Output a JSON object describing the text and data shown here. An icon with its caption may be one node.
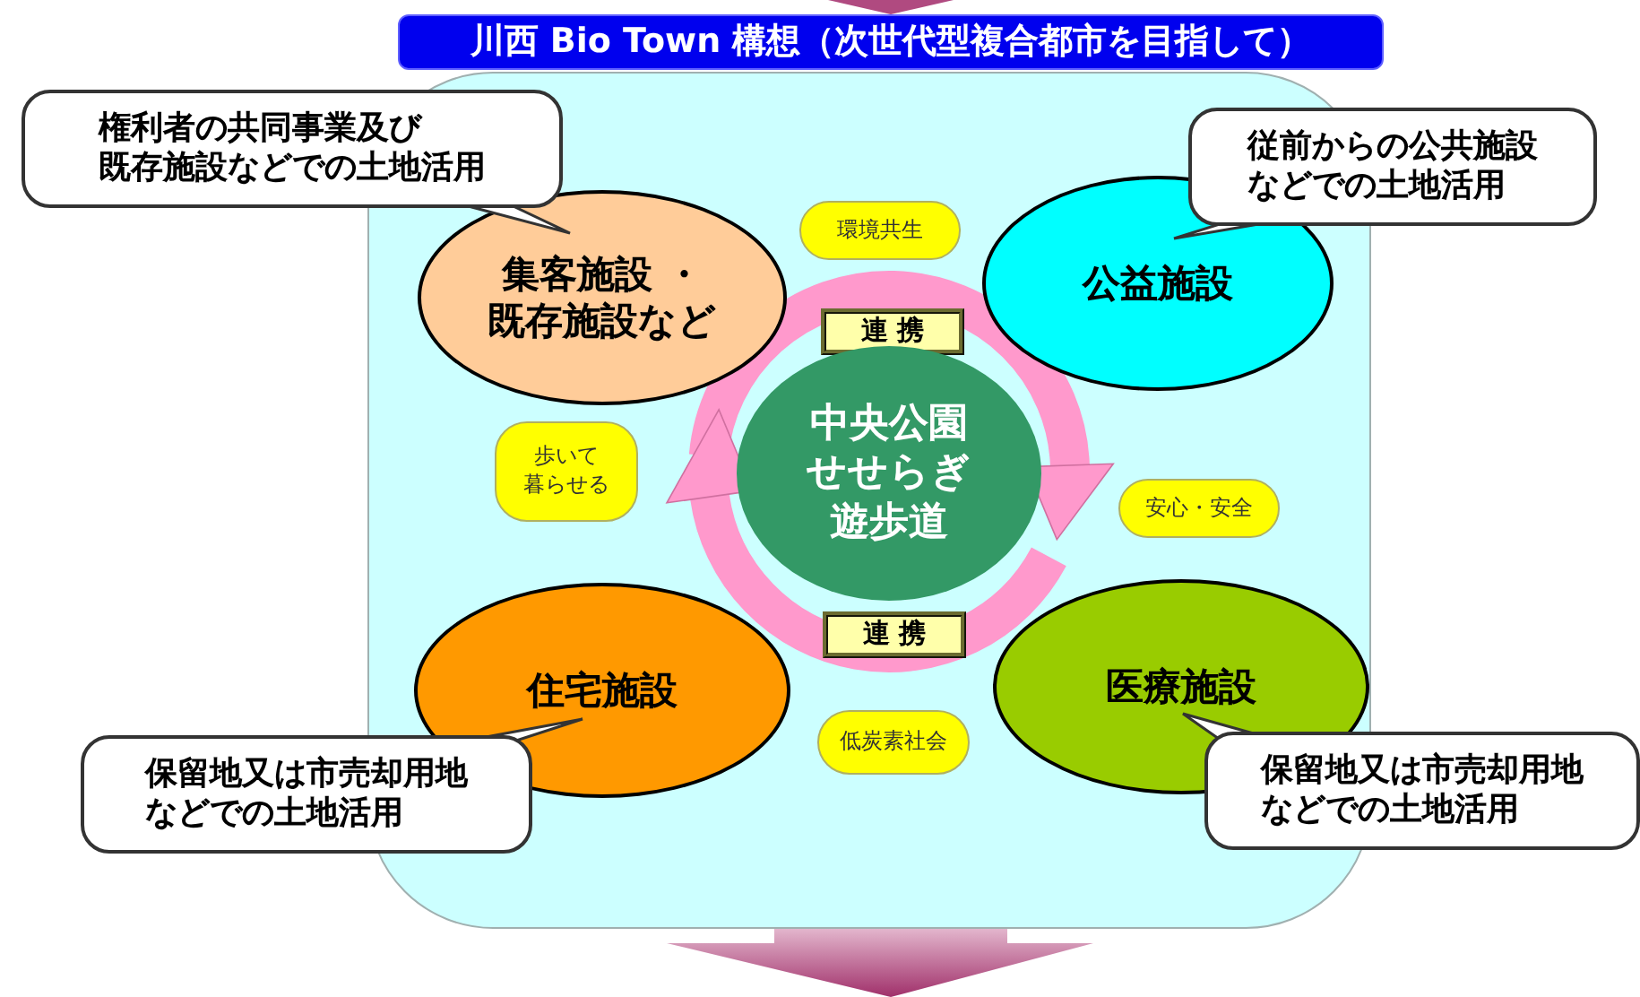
{
  "diagram": {
    "title": "川西 Bio Town 構想（次世代型複合都市を目指して）",
    "nodes": [
      {
        "text": [],
        "shape": "box"
      },
      {
        "text": [
          "権利者の共同事業及び既存施設などでの土地活用"
        ]
      },
      {
        "text": [
          "従前からの公共施設などでの土地活用"
        ]
      },
      {
        "text": [
          "集客施設 ・既存施設など"
        ],
        "in": 0
      },
      {
        "text": [
          "環境共生"
        ],
        "in": 0
      },
      {
        "text": [
          "公益施設"
        ],
        "in": 0
      },
      {
        "text": [
          "連 携"
        ],
        "in": 0
      },
      {
        "text": [
          "中央公園せせらぎ遊歩道"
        ],
        "in": 0
      },
      {
        "text": [
          "歩いて暮らせる"
        ],
        "in": 0
      },
      {
        "text": [
          "安心・安全"
        ],
        "in": 0
      },
      {
        "text": [
          "連 携"
        ],
        "in": 0
      },
      {
        "text": [
          "住宅施設"
        ],
        "in": 0
      },
      {
        "text": [
          "医療施設"
        ],
        "in": 0
      },
      {
        "text": [
          "低炭素社会"
        ],
        "in": 0
      },
      {
        "text": [
          "保留地又は市売却用地などでの土地活用"
        ]
      },
      {
        "text": [
          "保留地又は市売却用地などでの土地活用"
        ]
      }
    ]
  }
}
